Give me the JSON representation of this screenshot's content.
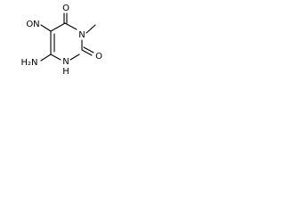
{
  "diagram": {
    "type": "chemical-structure",
    "colors": {
      "background": "#ffffff",
      "ink": "#000000"
    },
    "atoms": {
      "carbonyl_top_O": "O",
      "carbonyl_bottom_O": "O",
      "ring_N_methyl": "N",
      "ring_NH_N": "N",
      "ring_NH_H": "H",
      "nitroso_group": "ON",
      "amino_group": "H₂N"
    }
  }
}
